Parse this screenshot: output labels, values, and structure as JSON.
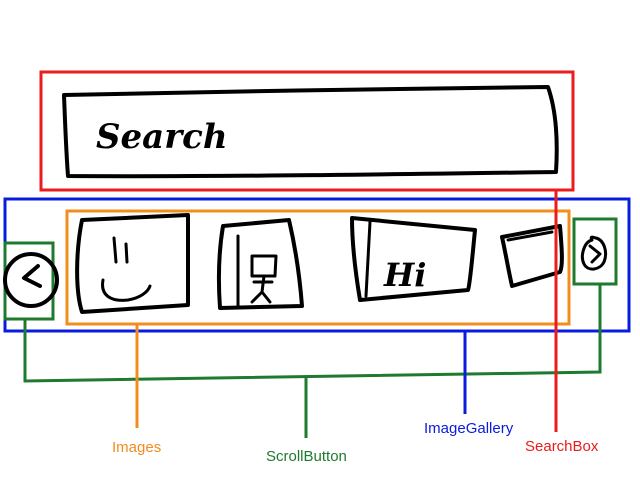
{
  "search_box": {
    "placeholder_sketch": "Search"
  },
  "gallery": {
    "thumbnails": [
      {
        "name": "smiley-face"
      },
      {
        "name": "stick-figure"
      },
      {
        "name": "hi-text",
        "text": "Hi"
      },
      {
        "name": "blank-frame"
      }
    ],
    "scroll_left_glyph": "<",
    "scroll_right_glyph": ">"
  },
  "annotations": [
    {
      "id": "images",
      "label": "Images",
      "color": "#f28c1c"
    },
    {
      "id": "scroll-button",
      "label": "ScrollButton",
      "color": "#1e7a2e"
    },
    {
      "id": "image-gallery",
      "label": "ImageGallery",
      "color": "#0a1be0"
    },
    {
      "id": "search-box",
      "label": "SearchBox",
      "color": "#ea1c1c"
    }
  ]
}
